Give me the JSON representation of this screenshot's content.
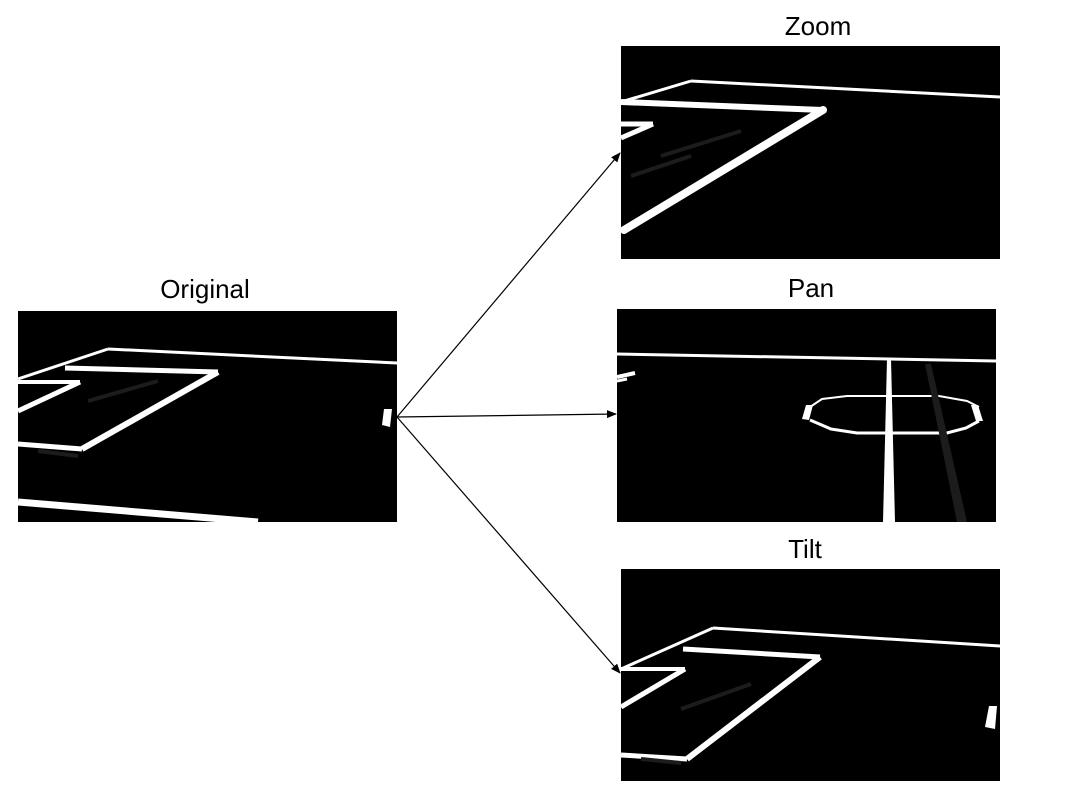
{
  "panels": {
    "original": {
      "label": "Original"
    },
    "zoom": {
      "label": "Zoom"
    },
    "pan": {
      "label": "Pan"
    },
    "tilt": {
      "label": "Tilt"
    }
  },
  "colors": {
    "background": "#ffffff",
    "field": "#000000",
    "line": "#ffffff",
    "arrow": "#000000"
  }
}
